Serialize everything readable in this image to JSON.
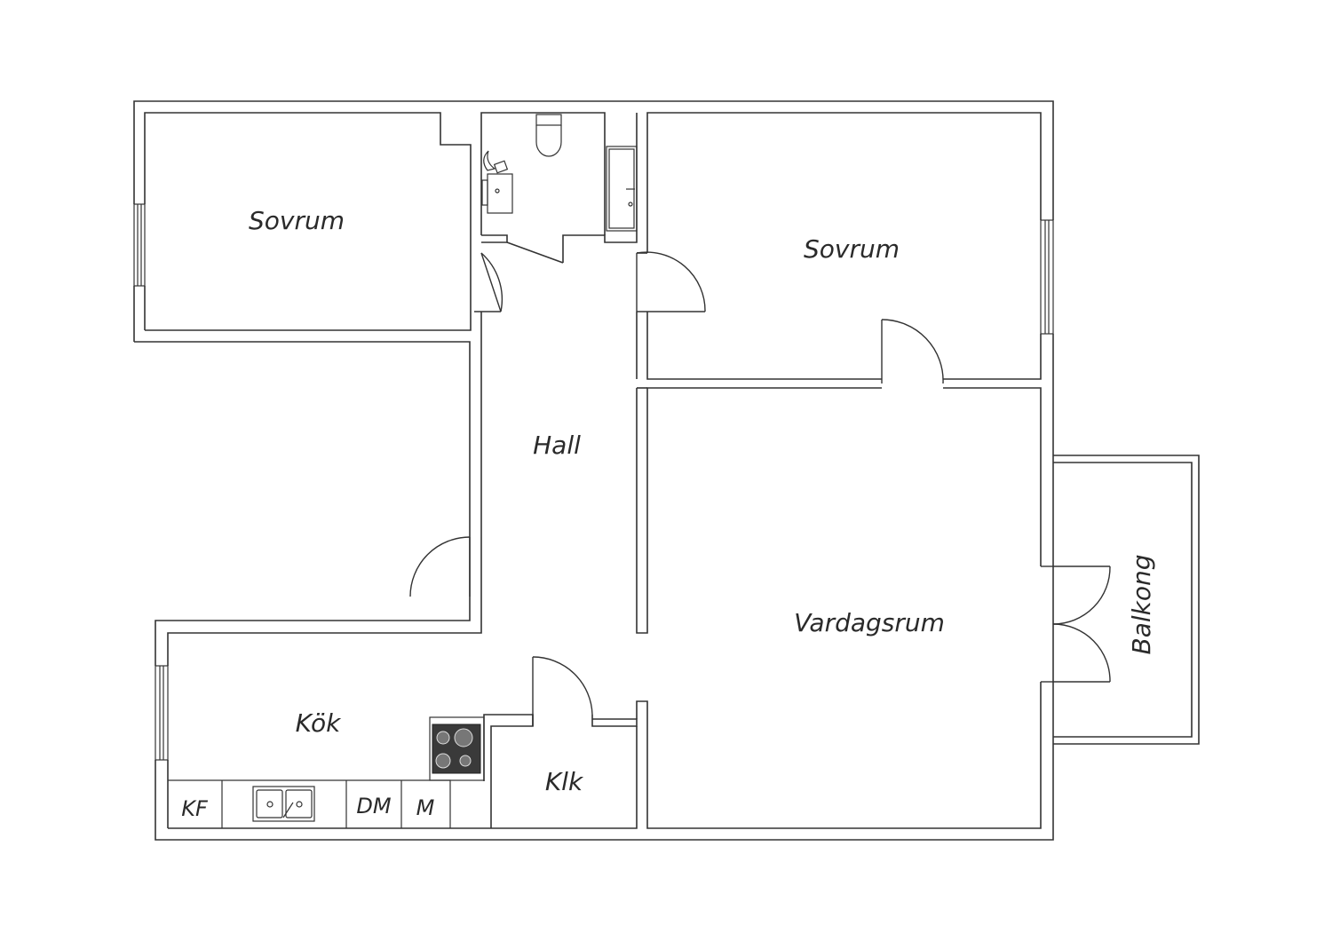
{
  "rooms": {
    "bedroom_left": "Sovrum",
    "bedroom_right": "Sovrum",
    "hall": "Hall",
    "living_room": "Vardagsrum",
    "kitchen": "Kök",
    "closet": "Klk",
    "balcony": "Balkong"
  },
  "kitchen_fixtures": {
    "fridge_freezer": "KF",
    "dishwasher": "DM",
    "microwave": "M"
  },
  "colors": {
    "wall": "#333333",
    "stove": "#3a3a3a",
    "background": "#ffffff"
  }
}
